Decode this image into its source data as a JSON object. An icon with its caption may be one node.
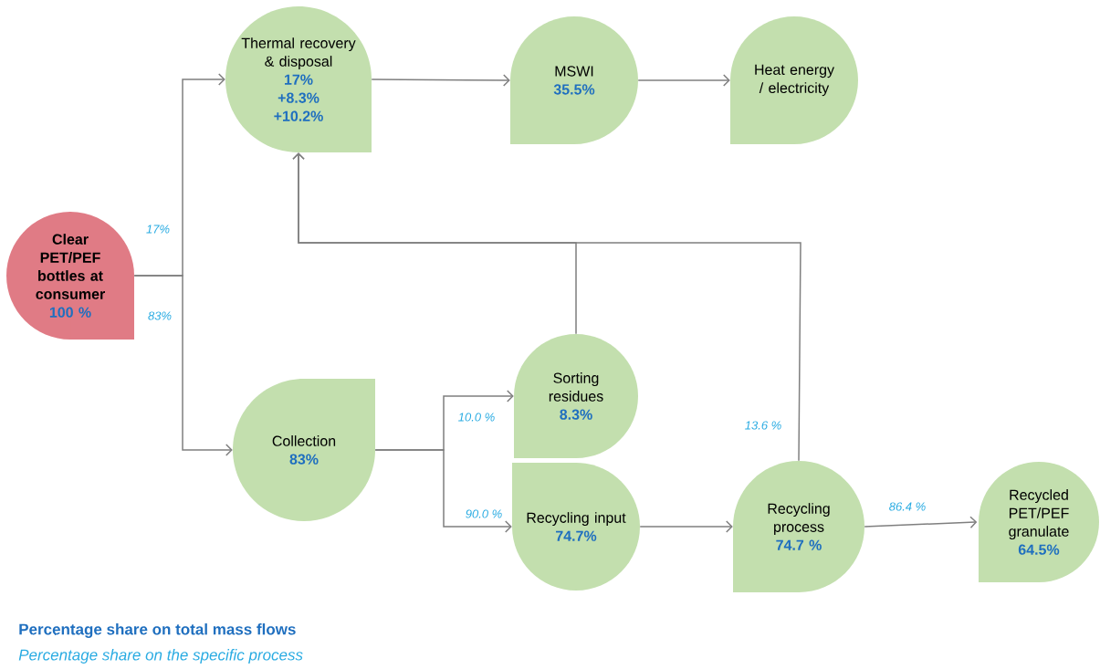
{
  "diagram": {
    "nodes": [
      {
        "text": [
          "Clear PET/PEF bottles at consumer",
          "100 %"
        ]
      },
      {
        "text": [
          "Thermal recovery & disposal",
          "17%",
          "+8.3%",
          "+10.2%"
        ]
      },
      {
        "text": [
          "MSWI",
          "35.5%"
        ]
      },
      {
        "text": [
          "Heat energy / electricity"
        ]
      },
      {
        "text": [
          "Collection",
          "83%"
        ]
      },
      {
        "text": [
          "Sorting residues",
          "8.3%"
        ]
      },
      {
        "text": [
          "Recycling input",
          "74.7%"
        ]
      },
      {
        "text": [
          "Recycling process",
          "74.7 %"
        ]
      },
      {
        "text": [
          "Recycled PET/PEF granulate",
          "64.5%"
        ]
      }
    ],
    "edges": [
      {
        "from": 0,
        "to": 1,
        "arrow": "to",
        "label": "17%"
      },
      {
        "from": 0,
        "to": 4,
        "arrow": "to",
        "label": "83%"
      },
      {
        "from": 1,
        "to": 2,
        "arrow": "to"
      },
      {
        "from": 2,
        "to": 3,
        "arrow": "to"
      },
      {
        "from": 4,
        "to": 5,
        "arrow": "to",
        "label": "10.0 %"
      },
      {
        "from": 4,
        "to": 6,
        "arrow": "to",
        "label": "90.0 %"
      },
      {
        "from": 5,
        "to": 1,
        "arrow": "to"
      },
      {
        "from": 7,
        "to": 1,
        "arrow": "to",
        "label": "13.6 %"
      },
      {
        "from": 6,
        "to": 7,
        "arrow": "to"
      },
      {
        "from": 7,
        "to": 8,
        "arrow": "to",
        "label": "86.4 %"
      }
    ],
    "labels": [
      "Percentage share on total mass flows",
      "Percentage share on the specific process"
    ]
  }
}
